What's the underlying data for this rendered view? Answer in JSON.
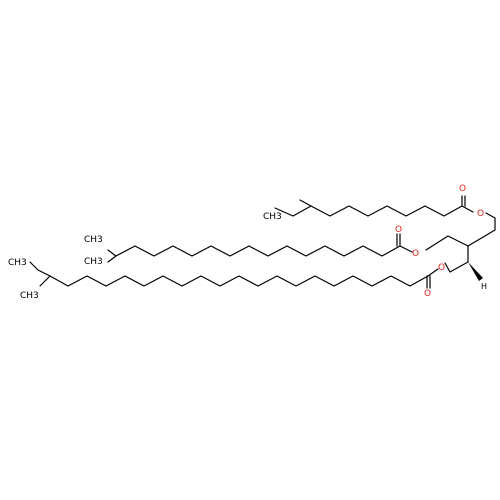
{
  "structure": {
    "atoms": {
      "ester_o_1": "O",
      "carbonyl_o_1": "O",
      "ester_o_2": "O",
      "carbonyl_o_2": "O",
      "ester_o_3": "O",
      "carbonyl_o_3": "O",
      "methyl_top": "CH3",
      "methyl_mid_a": "CH3",
      "methyl_mid_b": "CH3",
      "methyl_bot_a": "CH3",
      "methyl_bot_b": "CH3",
      "stereo_h": "H"
    },
    "colors": {
      "oxygen": "#e0201a",
      "carbon": "#000000",
      "bond": "#000000"
    }
  }
}
